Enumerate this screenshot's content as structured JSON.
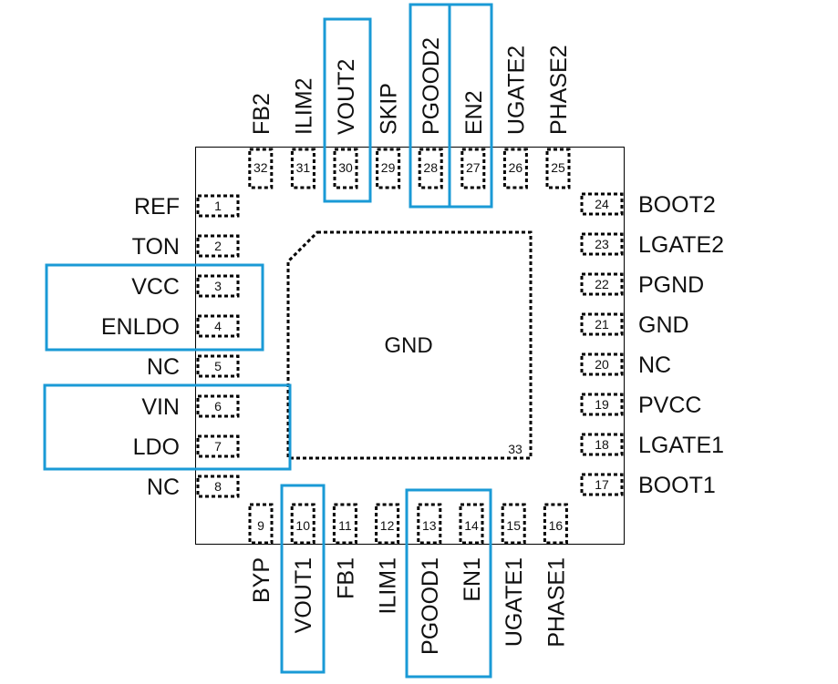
{
  "pins": {
    "left": [
      {
        "num": "1",
        "name": "REF"
      },
      {
        "num": "2",
        "name": "TON"
      },
      {
        "num": "3",
        "name": "VCC"
      },
      {
        "num": "4",
        "name": "ENLDO"
      },
      {
        "num": "5",
        "name": "NC"
      },
      {
        "num": "6",
        "name": "VIN"
      },
      {
        "num": "7",
        "name": "LDO"
      },
      {
        "num": "8",
        "name": "NC"
      }
    ],
    "bottom": [
      {
        "num": "9",
        "name": "BYP"
      },
      {
        "num": "10",
        "name": "VOUT1"
      },
      {
        "num": "11",
        "name": "FB1"
      },
      {
        "num": "12",
        "name": "ILIM1"
      },
      {
        "num": "13",
        "name": "PGOOD1"
      },
      {
        "num": "14",
        "name": "EN1"
      },
      {
        "num": "15",
        "name": "UGATE1"
      },
      {
        "num": "16",
        "name": "PHASE1"
      }
    ],
    "right": [
      {
        "num": "17",
        "name": "BOOT1"
      },
      {
        "num": "18",
        "name": "LGATE1"
      },
      {
        "num": "19",
        "name": "PVCC"
      },
      {
        "num": "20",
        "name": "NC"
      },
      {
        "num": "21",
        "name": "GND"
      },
      {
        "num": "22",
        "name": "PGND"
      },
      {
        "num": "23",
        "name": "LGATE2"
      },
      {
        "num": "24",
        "name": "BOOT2"
      }
    ],
    "top": [
      {
        "num": "25",
        "name": "PHASE2"
      },
      {
        "num": "26",
        "name": "UGATE2"
      },
      {
        "num": "27",
        "name": "EN2"
      },
      {
        "num": "28",
        "name": "PGOOD2"
      },
      {
        "num": "29",
        "name": "SKIP"
      },
      {
        "num": "30",
        "name": "VOUT2"
      },
      {
        "num": "31",
        "name": "ILIM2"
      },
      {
        "num": "32",
        "name": "FB2"
      }
    ]
  },
  "exposed_pad": {
    "label": "GND",
    "num": "33"
  },
  "highlights": [
    "VCC-ENLDO",
    "VIN-LDO",
    "VOUT1",
    "PGOOD1-EN1",
    "VOUT2",
    "PGOOD2",
    "EN2"
  ],
  "colors": {
    "highlight": "#1a9ad6",
    "outline": "#000000",
    "text": "#111111"
  }
}
